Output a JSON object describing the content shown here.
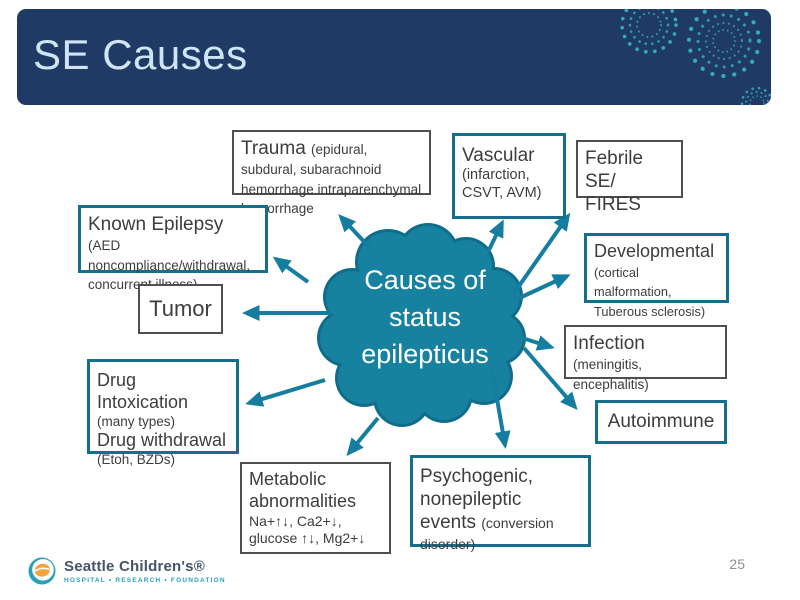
{
  "slide": {
    "title": "SE Causes",
    "page_number": "25"
  },
  "cloud": {
    "lines": [
      "Causes of",
      "status",
      "epilepticus"
    ]
  },
  "boxes": {
    "trauma": {
      "title": "Trauma ",
      "detail": "(epidural, subdural, subarachnoid hemorrhage intraparenchymal hemorrhage",
      "style": "gray"
    },
    "vascular": {
      "title": "Vascular",
      "detail": "(infarction, CSVT, AVM)",
      "style": "teal"
    },
    "febrile": {
      "title_line1": "Febrile SE/",
      "title_line2": "FIRES",
      "style": "gray"
    },
    "known_epilepsy": {
      "title": "Known Epilepsy ",
      "detail": "(AED noncompliance/withdrawal, concurrent illness)",
      "style": "teal"
    },
    "developmental": {
      "title": "Developmental",
      "detail": "(cortical malformation, Tuberous sclerosis)",
      "style": "teal"
    },
    "tumor": {
      "title": "Tumor",
      "style": "gray"
    },
    "infection": {
      "title": "Infection ",
      "detail": "(meningitis, encephalitis)",
      "style": "gray"
    },
    "autoimmune": {
      "title": "Autoimmune",
      "style": "teal"
    },
    "drug": {
      "line1_title": "Drug Intoxication",
      "line1_detail": "(many types)",
      "line2_title": "Drug withdrawal",
      "line2_detail": "(Etoh, BZDs)",
      "style": "teal"
    },
    "metabolic": {
      "title": "Metabolic abnormalities",
      "detail": "Na+↑↓, Ca2+↓, glucose ↑↓, Mg2+↓",
      "style": "gray"
    },
    "psychogenic": {
      "title": "Psychogenic, nonepileptic events ",
      "detail": "(conversion disorder)",
      "style": "teal"
    }
  },
  "footer": {
    "logo_brand": "Seattle Children's®",
    "logo_tagline": "HOSPITAL • RESEARCH • FOUNDATION"
  },
  "colors": {
    "header_navy": "#1f3a64",
    "header_title_blue": "#cfe4f4",
    "cloud_teal": "#1781a0",
    "cloud_outline": "#0f6d8a",
    "arrow_teal": "#157ea0",
    "teal_box_border": "#156e8c",
    "gray_box_border": "#4f4f4f",
    "box_text_gray": "#3d3d3d",
    "deco_dots_teal": "#2f9db6",
    "logo_slate": "#44546a",
    "logo_teal": "#2aa0b8",
    "logo_orange": "#f2a33c",
    "page_number_gray": "#8f8f8f"
  }
}
